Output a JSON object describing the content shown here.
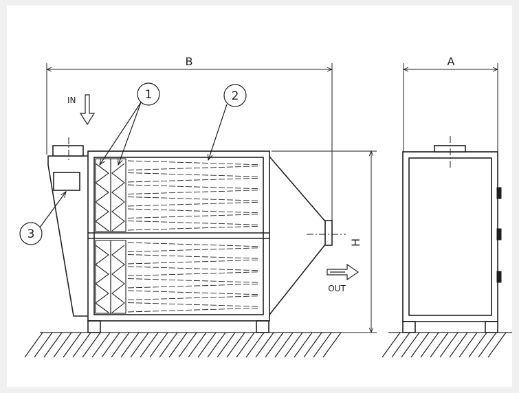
{
  "dimensions": {
    "width_label": "B",
    "depth_label": "A",
    "height_label": "H"
  },
  "flow": {
    "inlet_label": "IN",
    "outlet_label": "OUT"
  },
  "callouts": [
    {
      "number": "1"
    },
    {
      "number": "2"
    },
    {
      "number": "3"
    }
  ],
  "colors": {
    "background": "#f0f0f0",
    "sheet": "#ffffff",
    "line": "#1e1e1e",
    "panel_shading": "#e6e6e6"
  }
}
